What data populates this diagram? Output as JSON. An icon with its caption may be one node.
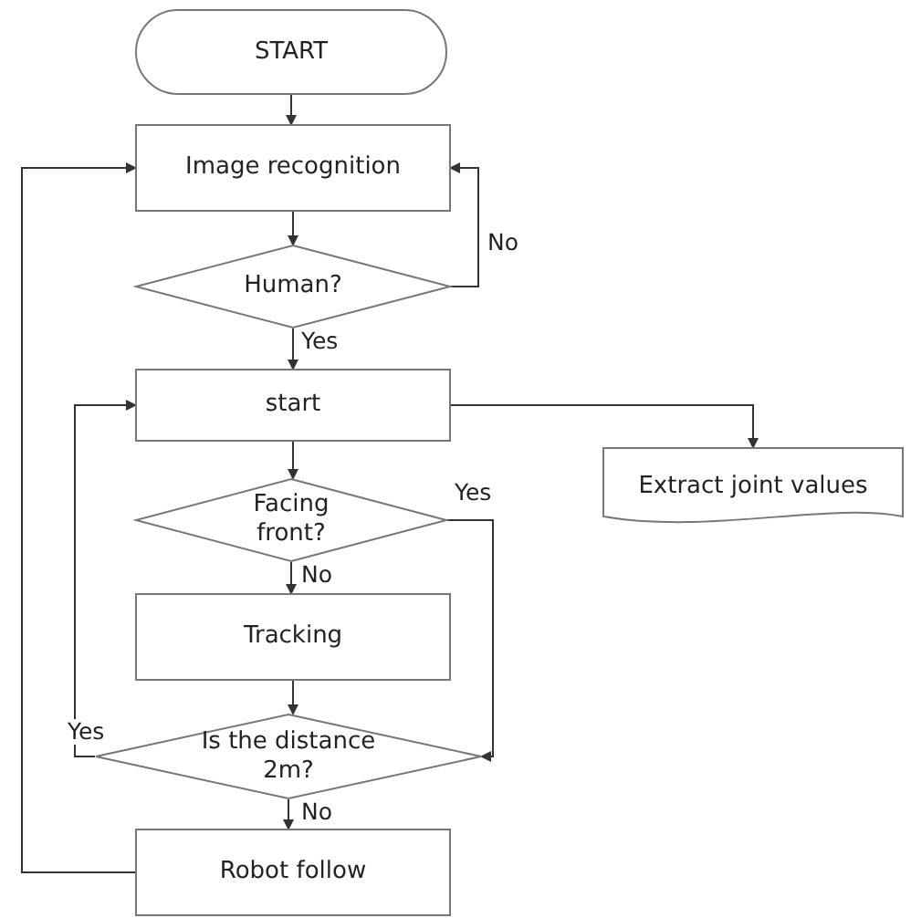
{
  "diagram": {
    "nodes": [
      {
        "text": [
          "START"
        ]
      },
      {
        "text": [
          "Image recognition"
        ]
      },
      {
        "text": [
          "Human?"
        ]
      },
      {
        "text": [
          "start"
        ]
      },
      {
        "text": [
          "Facing front?"
        ]
      },
      {
        "text": [
          "Tracking"
        ]
      },
      {
        "text": [
          "Is the distance 2m?"
        ]
      },
      {
        "text": [
          "Robot follow"
        ]
      },
      {
        "text": [
          "Extract joint values"
        ]
      }
    ],
    "edges": [
      {
        "from": 0,
        "to": 1,
        "arrow": "to"
      },
      {
        "from": 1,
        "to": 2,
        "arrow": "to"
      },
      {
        "from": 2,
        "to": 1,
        "arrow": "to",
        "label": "No"
      },
      {
        "from": 2,
        "to": 3,
        "arrow": "to",
        "label": "Yes"
      },
      {
        "from": 3,
        "to": 8,
        "arrow": "to"
      },
      {
        "from": 3,
        "to": 4,
        "arrow": "to"
      },
      {
        "from": 4,
        "to": 5,
        "arrow": "to",
        "label": "No"
      },
      {
        "from": 4,
        "to": 6,
        "arrow": "to",
        "label": "Yes"
      },
      {
        "from": 5,
        "to": 6,
        "arrow": "to"
      },
      {
        "from": 6,
        "to": 3,
        "arrow": "to",
        "label": "Yes"
      },
      {
        "from": 6,
        "to": 7,
        "arrow": "to",
        "label": "No"
      },
      {
        "from": 7,
        "to": 1,
        "arrow": "to"
      }
    ]
  }
}
